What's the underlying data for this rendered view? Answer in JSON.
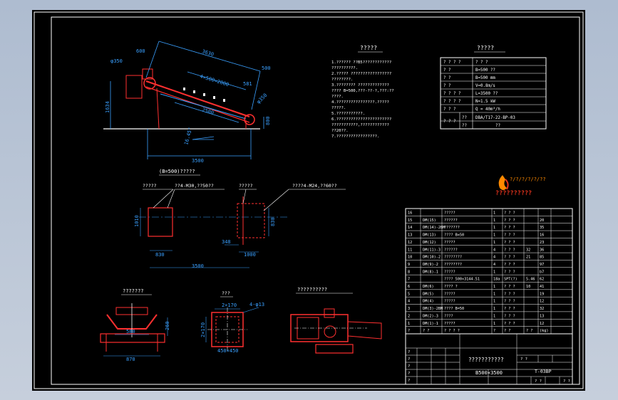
{
  "colors": {
    "background": "#000000",
    "frame": "#ffffff",
    "dimension": "#3aa0ff",
    "structure": "#ff3030",
    "text": "#ffffff",
    "logo_orange": "#ff8a00",
    "logo_red": "#e0321c"
  },
  "drawing_title": "B500×3500",
  "drawing_code": "T-03BP",
  "overview": {
    "dims": {
      "top_length": "3630",
      "left_width": "600",
      "drum_dia_left": "φ350",
      "idler_spacing": "4×500=2000",
      "right_end": "500",
      "mid_segment": "581",
      "span_lower": "2500",
      "height_left": "1634",
      "drum_dia_right": "φ350",
      "height_right": "800",
      "slope": "16.45°",
      "base_length": "3500"
    }
  },
  "plan_view": {
    "title": "(B=500)?????",
    "label_left": "?????",
    "label_left_bolt": "??4-M30,??50??",
    "label_right": "?????",
    "label_right_bolt": "????4-M24,??60??",
    "dims": {
      "width_left": "1010",
      "width_right": "830",
      "offset_left": "830",
      "offset_mid": "348",
      "offset_right": "1000",
      "total": "3500"
    }
  },
  "detail_idler": {
    "title": "???????",
    "dims": {
      "inner": "580",
      "height": "260",
      "base": "870"
    }
  },
  "detail_bracket": {
    "title": "???",
    "dims": {
      "slot": "2×170",
      "hole": "4-φ13",
      "height": "2×170",
      "base": "450×450"
    }
  },
  "detail_drive": {
    "title": "??????????"
  },
  "notes": {
    "title": "?????",
    "lines": [
      "1.?????? ??B5????????????",
      "??????????.",
      "2.????? ?????????????????",
      "????????.",
      "3.???????? ?????????????",
      "???? B=500,???-??-?,???:??",
      "????.",
      "4.????????????????.?????",
      "?????.",
      "5.???????????.",
      "6.???????????????????????",
      "???????????,????????????",
      "??20??.",
      "7.?????????????????."
    ]
  },
  "specs": {
    "title": "?????",
    "rows": [
      [
        "? ? ? ?",
        "? ? ?"
      ],
      [
        "? ?",
        "B=500 ??"
      ],
      [
        "? ?",
        "B=500 mm"
      ],
      [
        "? ?",
        "V=0.8m/s"
      ],
      [
        "? ? ? ?",
        "L=3500 ??"
      ],
      [
        "? ? ? ?",
        "N=1.5 kW"
      ],
      [
        "? ? ?",
        "Q = 40m³/h"
      ],
      [
        "? ? ? ? ? ?",
        "???????"
      ]
    ],
    "last_row": {
      "label": "? ? ?",
      "sub1": "??",
      "val1": "DBA/T17-22-BP-03",
      "sub2": "??",
      "val2": "??"
    }
  },
  "logo": {
    "text_top": "?/?/?/?/?/??",
    "text_bottom": "??????????"
  },
  "parts_list": {
    "rows": [
      [
        "16",
        "",
        "?????",
        "1",
        "? ? ?",
        "",
        ""
      ],
      [
        "15",
        "DM(15)",
        "??????",
        "1",
        "? ? ?",
        "",
        "20"
      ],
      [
        "14",
        "DM(14)-2BM",
        "???????",
        "1",
        "? ? ?",
        "",
        "35"
      ],
      [
        "13",
        "DM(13)",
        "???? B=50",
        "1",
        "? ? ?",
        "",
        "16"
      ],
      [
        "12",
        "DM(12)",
        "?????",
        "1",
        "? ? ?",
        "",
        "23"
      ],
      [
        "11",
        "DM(11)-3",
        "??????",
        "4",
        "? ? ?",
        "32",
        "36"
      ],
      [
        "10",
        "DM(10)-2",
        "????????",
        "4",
        "? ? ?",
        "21",
        "85"
      ],
      [
        "9",
        "DM(9)-2",
        "????????",
        "4",
        "? ? ?",
        "",
        "97"
      ],
      [
        "8",
        "DM(8)-1",
        "?????",
        "1",
        "? ? ?",
        "",
        "b7"
      ],
      [
        "7",
        "",
        "???? 500×3144.51",
        "18a",
        "SPT(?)",
        "5.46",
        "62"
      ],
      [
        "6",
        "DM(6)",
        "???? ?",
        "1",
        "? ? ?",
        "10",
        "41"
      ],
      [
        "5",
        "DM(5)",
        "?????",
        "1",
        "? ? ?",
        "",
        "19"
      ],
      [
        "4",
        "DM(4)",
        "?????",
        "1",
        "? ? ?",
        "",
        "12"
      ],
      [
        "3",
        "DM(3)-2BM",
        "???? B=50",
        "1",
        "? ? ?",
        "",
        "32"
      ],
      [
        "2",
        "DM(2)-3",
        "????",
        "1",
        "? ? ?",
        "",
        "13"
      ],
      [
        "1",
        "DM(1)-1",
        "?????",
        "1",
        "? ? ?",
        "",
        "12"
      ]
    ],
    "header": [
      "?",
      "? ?",
      "? ? ? ?",
      "?",
      "? ?",
      "? ?",
      "(kg)"
    ]
  },
  "title_block": {
    "company": "???????????",
    "labels": [
      "?",
      "?",
      "?",
      "?",
      "?",
      "? ?",
      "? ?",
      "? ?"
    ]
  }
}
